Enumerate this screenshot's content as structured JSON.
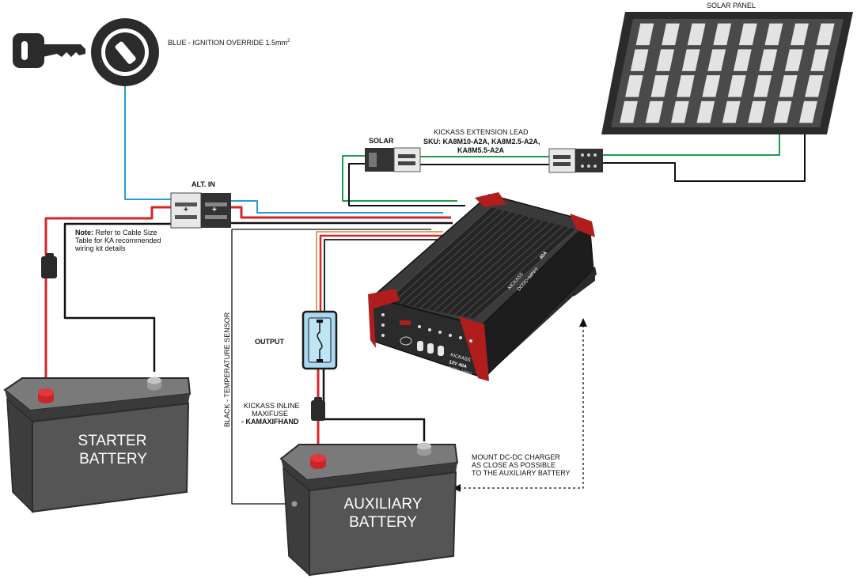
{
  "labels": {
    "ignition_override": "BLUE - IGNITION OVERRIDE 1.5mm",
    "ignition_superscript": "2",
    "solar_panel": "SOLAR PANEL",
    "extension_lead_title": "KICKASS EXTENSION LEAD",
    "extension_lead_sku_1": "SKU: KA8M10-A2A, KA8M2.5-A2A,",
    "extension_lead_sku_2": "KA8M5.5-A2A",
    "solar": "SOLAR",
    "alt_in": "ALT. IN",
    "note_bold": "Note:",
    "note_line1": " Refer to Cable Size",
    "note_line2": "Table for KA recommended",
    "note_line3": "wiring kit details",
    "output": "OUTPUT",
    "temp_sensor": "BLACK - TEMPERATURE SENSOR",
    "fuse_line1": "KICKASS INLINE",
    "fuse_line2": "MAXIFUSE",
    "fuse_line3": "- KAMAXIFHAND",
    "starter_line1": "STARTER",
    "starter_line2": "BATTERY",
    "aux_line1": "AUXILIARY",
    "aux_line2": "BATTERY",
    "mount_line1": "MOUNT DC-DC CHARGER",
    "mount_line2": "AS CLOSE AS POSSIBLE",
    "mount_line3": "TO THE AUXILIARY BATTERY"
  },
  "charger": {
    "brand_side": "KICKASS",
    "model_side": "40A",
    "sub_side": "DCDC+MPPT",
    "brand_front": "KICKASS",
    "model_front": "12V 40A",
    "sub_front": "DCDC+MPPT"
  },
  "colors": {
    "ignition_wire": "#2a9bd6",
    "positive_wire": "#d6262a",
    "negative_wire": "#111111",
    "solar_wire": "#1a9e4a",
    "temp_wire": "#c8852e",
    "fuse_body": "#a9d8f0",
    "charger_body": "#2b2b2b",
    "charger_trim": "#b01d1d"
  }
}
